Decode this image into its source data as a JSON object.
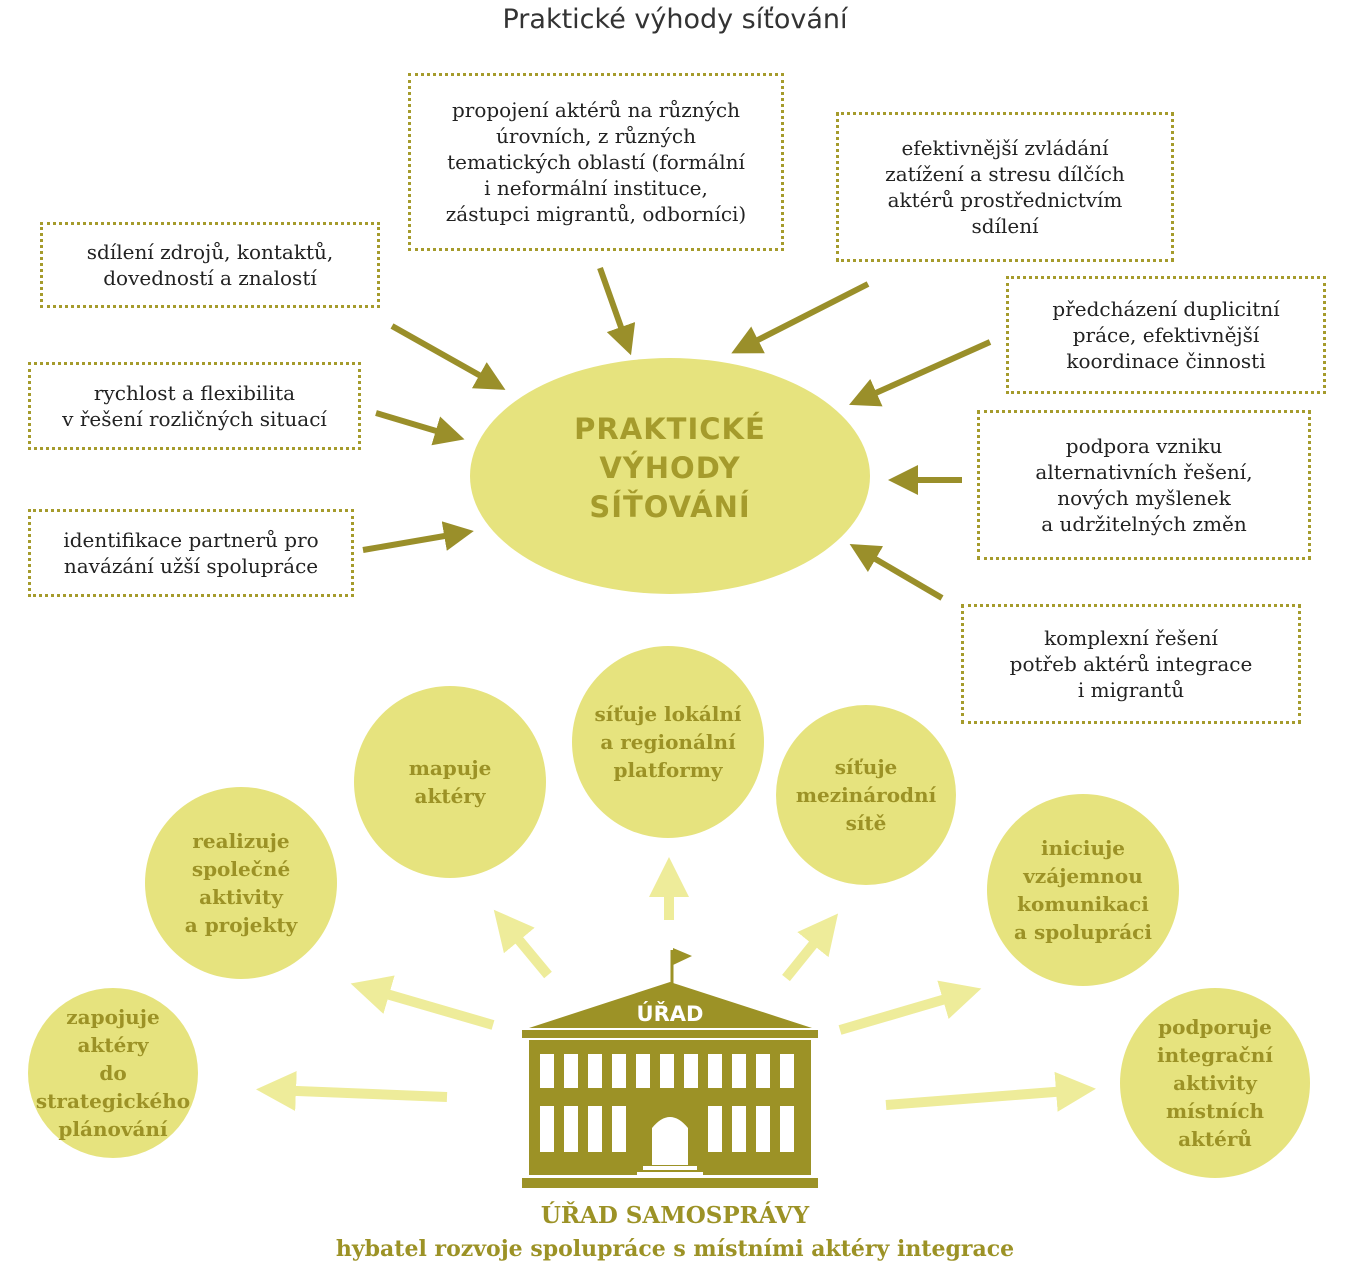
{
  "title": "Praktické výhody síťování",
  "hub": {
    "line1": "PRAKTICKÉ",
    "line2": "VÝHODY",
    "line3": "SÍŤOVÁNÍ"
  },
  "benefits": [
    [
      "propojení aktérů na různých",
      "úrovních, z různých",
      "tematických oblastí (formální",
      "i neformální instituce,",
      "zástupci migrantů, odborníci)"
    ],
    [
      "efektivnější zvládání",
      "zatížení a stresu dílčích",
      "aktérů prostřednictvím",
      "sdílení"
    ],
    [
      "sdílení zdrojů, kontaktů,",
      "dovedností a znalostí"
    ],
    [
      "předcházení duplicitní",
      "práce, efektivnější",
      "koordinace činnosti"
    ],
    [
      "rychlost a flexibilita",
      "v řešení rozličných situací"
    ],
    [
      "podpora vzniku",
      "alternativních řešení,",
      "nových myšlenek",
      "a udržitelných změn"
    ],
    [
      "identifikace partnerů pro",
      "navázání užší spolupráce"
    ],
    [
      "komplexní řešení",
      "potřeb aktérů integrace",
      "i migrantů"
    ]
  ],
  "actions": [
    [
      "zapojuje",
      "aktéry",
      "do strategického",
      "plánování"
    ],
    [
      "realizuje",
      "společné",
      "aktivity",
      "a projekty"
    ],
    [
      "mapuje",
      "aktéry"
    ],
    [
      "síťuje lokální",
      "a regionální",
      "platformy"
    ],
    [
      "síťuje",
      "mezinárodní",
      "sítě"
    ],
    [
      "iniciuje",
      "vzájemnou",
      "komunikaci",
      "a spolupráci"
    ],
    [
      "podporuje",
      "integrační",
      "aktivity",
      "místních",
      "aktérů"
    ]
  ],
  "office": {
    "pediment_label": "ÚŘAD",
    "name": "ÚŘAD SAMOSPRÁVY",
    "subtitle": "hybatel rozvoje spolupráce s místními aktéry integrace"
  },
  "colors": {
    "olive": "#a59b2c",
    "olive_dark": "#9c9226",
    "yellow_fill": "#e6e37e",
    "arrow_dark": "#9a8f2a",
    "arrow_light": "#eeec9a",
    "building": "#9c9226"
  }
}
